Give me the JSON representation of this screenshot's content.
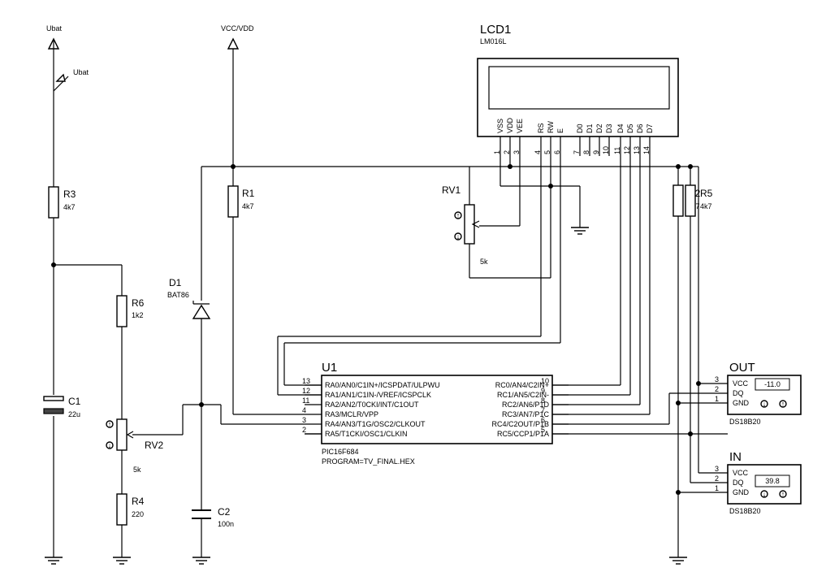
{
  "power": {
    "ubat": "Ubat",
    "ubat_probe": "Ubat",
    "vcc": "VCC/VDD"
  },
  "lcd": {
    "ref": "LCD1",
    "model": "LM016L",
    "pins": [
      {
        "name": "VSS",
        "num": "1"
      },
      {
        "name": "VDD",
        "num": "2"
      },
      {
        "name": "VEE",
        "num": "3"
      },
      {
        "name": "RS",
        "num": "4"
      },
      {
        "name": "RW",
        "num": "5"
      },
      {
        "name": "E",
        "num": "6"
      },
      {
        "name": "D0",
        "num": "7"
      },
      {
        "name": "D1",
        "num": "8"
      },
      {
        "name": "D2",
        "num": "9"
      },
      {
        "name": "D3",
        "num": "10"
      },
      {
        "name": "D4",
        "num": "11"
      },
      {
        "name": "D5",
        "num": "12"
      },
      {
        "name": "D6",
        "num": "13"
      },
      {
        "name": "D7",
        "num": "14"
      }
    ]
  },
  "resistors": {
    "r3": {
      "ref": "R3",
      "value": "4k7"
    },
    "r1": {
      "ref": "R1",
      "value": "4k7"
    },
    "r6": {
      "ref": "R6",
      "value": "1k2"
    },
    "r4": {
      "ref": "R4",
      "value": "220"
    },
    "r2": {
      "ref": "R2",
      "value": "4k7"
    },
    "r5": {
      "ref": "R5",
      "value": "4k7"
    }
  },
  "pots": {
    "rv1": {
      "ref": "RV1",
      "value": "5k"
    },
    "rv2": {
      "ref": "RV2",
      "value": "5k"
    }
  },
  "caps": {
    "c1": {
      "ref": "C1",
      "value": "22u"
    },
    "c2": {
      "ref": "C2",
      "value": "100n"
    }
  },
  "diode": {
    "ref": "D1",
    "value": "BAT86"
  },
  "mcu": {
    "ref": "U1",
    "part": "PIC16F684",
    "program": "PROGRAM=TV_FINAL.HEX",
    "left_pins": [
      {
        "num": "13",
        "name": "RA0/AN0/C1IN+/ICSPDAT/ULPWU"
      },
      {
        "num": "12",
        "name": "RA1/AN1/C1IN-/VREF/ICSPCLK"
      },
      {
        "num": "11",
        "name": "RA2/AN2/T0CKI/INT/C1OUT"
      },
      {
        "num": "4",
        "name": "RA3/MCLR/VPP"
      },
      {
        "num": "3",
        "name": "RA4/AN3/T1G/OSC2/CLKOUT"
      },
      {
        "num": "2",
        "name": "RA5/T1CKI/OSC1/CLKIN"
      }
    ],
    "right_pins": [
      {
        "num": "10",
        "name": "RC0/AN4/C2IN+"
      },
      {
        "num": "9",
        "name": "RC1/AN5/C2IN-"
      },
      {
        "num": "8",
        "name": "RC2/AN6/P1D"
      },
      {
        "num": "7",
        "name": "RC3/AN7/P1C"
      },
      {
        "num": "6",
        "name": "RC4/C2OUT/P1B"
      },
      {
        "num": "5",
        "name": "RC5/CCP1/P1A"
      }
    ]
  },
  "sensors": [
    {
      "ref": "OUT",
      "part": "DS18B20",
      "reading": "-11.0",
      "pins": [
        {
          "num": "3",
          "name": "VCC"
        },
        {
          "num": "2",
          "name": "DQ"
        },
        {
          "num": "1",
          "name": "GND"
        }
      ]
    },
    {
      "ref": "IN",
      "part": "DS18B20",
      "reading": "39.8",
      "pins": [
        {
          "num": "3",
          "name": "VCC"
        },
        {
          "num": "2",
          "name": "DQ"
        },
        {
          "num": "1",
          "name": "GND"
        }
      ]
    }
  ]
}
